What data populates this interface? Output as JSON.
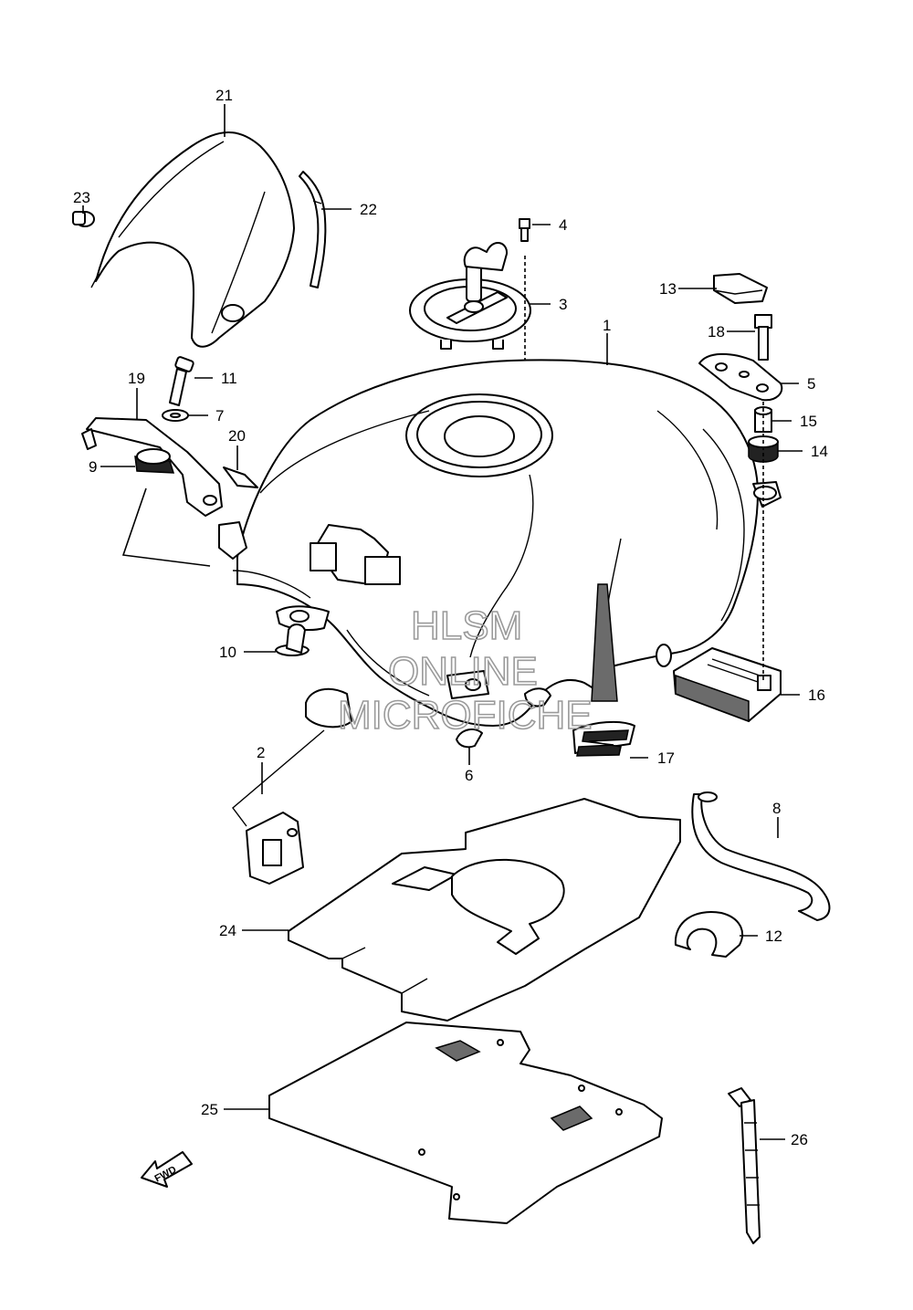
{
  "watermark": {
    "line1": "HLSM",
    "line2": "ONLINE",
    "line3": "MICROFICHE"
  },
  "direction_arrow": "FWD",
  "callouts": [
    {
      "id": "1",
      "label": "1"
    },
    {
      "id": "2",
      "label": "2"
    },
    {
      "id": "3",
      "label": "3"
    },
    {
      "id": "4",
      "label": "4"
    },
    {
      "id": "5",
      "label": "5"
    },
    {
      "id": "6",
      "label": "6"
    },
    {
      "id": "7",
      "label": "7"
    },
    {
      "id": "8",
      "label": "8"
    },
    {
      "id": "9",
      "label": "9"
    },
    {
      "id": "10",
      "label": "10"
    },
    {
      "id": "11",
      "label": "11"
    },
    {
      "id": "12",
      "label": "12"
    },
    {
      "id": "13",
      "label": "13"
    },
    {
      "id": "14",
      "label": "14"
    },
    {
      "id": "15",
      "label": "15"
    },
    {
      "id": "16",
      "label": "16"
    },
    {
      "id": "17",
      "label": "17"
    },
    {
      "id": "18",
      "label": "18"
    },
    {
      "id": "19",
      "label": "19"
    },
    {
      "id": "20",
      "label": "20"
    },
    {
      "id": "21",
      "label": "21"
    },
    {
      "id": "22",
      "label": "22"
    },
    {
      "id": "23",
      "label": "23"
    },
    {
      "id": "24",
      "label": "24"
    },
    {
      "id": "25",
      "label": "25"
    },
    {
      "id": "26",
      "label": "26"
    }
  ]
}
